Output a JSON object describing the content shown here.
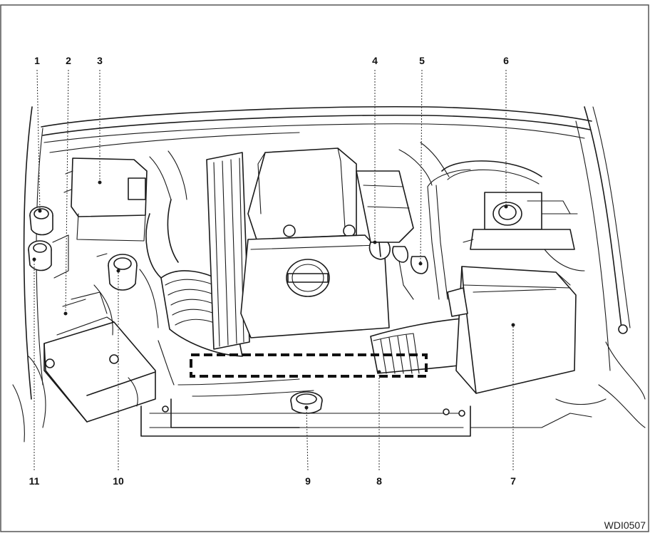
{
  "diagram": {
    "reference_code": "WDI0507",
    "colors": {
      "line": "#1a1a1a",
      "frame": "#555555",
      "background": "#ffffff"
    },
    "callouts": [
      {
        "id": "1",
        "label": "1"
      },
      {
        "id": "2",
        "label": "2"
      },
      {
        "id": "3",
        "label": "3"
      },
      {
        "id": "4",
        "label": "4"
      },
      {
        "id": "5",
        "label": "5"
      },
      {
        "id": "6",
        "label": "6"
      },
      {
        "id": "7",
        "label": "7"
      },
      {
        "id": "8",
        "label": "8"
      },
      {
        "id": "9",
        "label": "9"
      },
      {
        "id": "10",
        "label": "10"
      },
      {
        "id": "11",
        "label": "11"
      }
    ]
  }
}
